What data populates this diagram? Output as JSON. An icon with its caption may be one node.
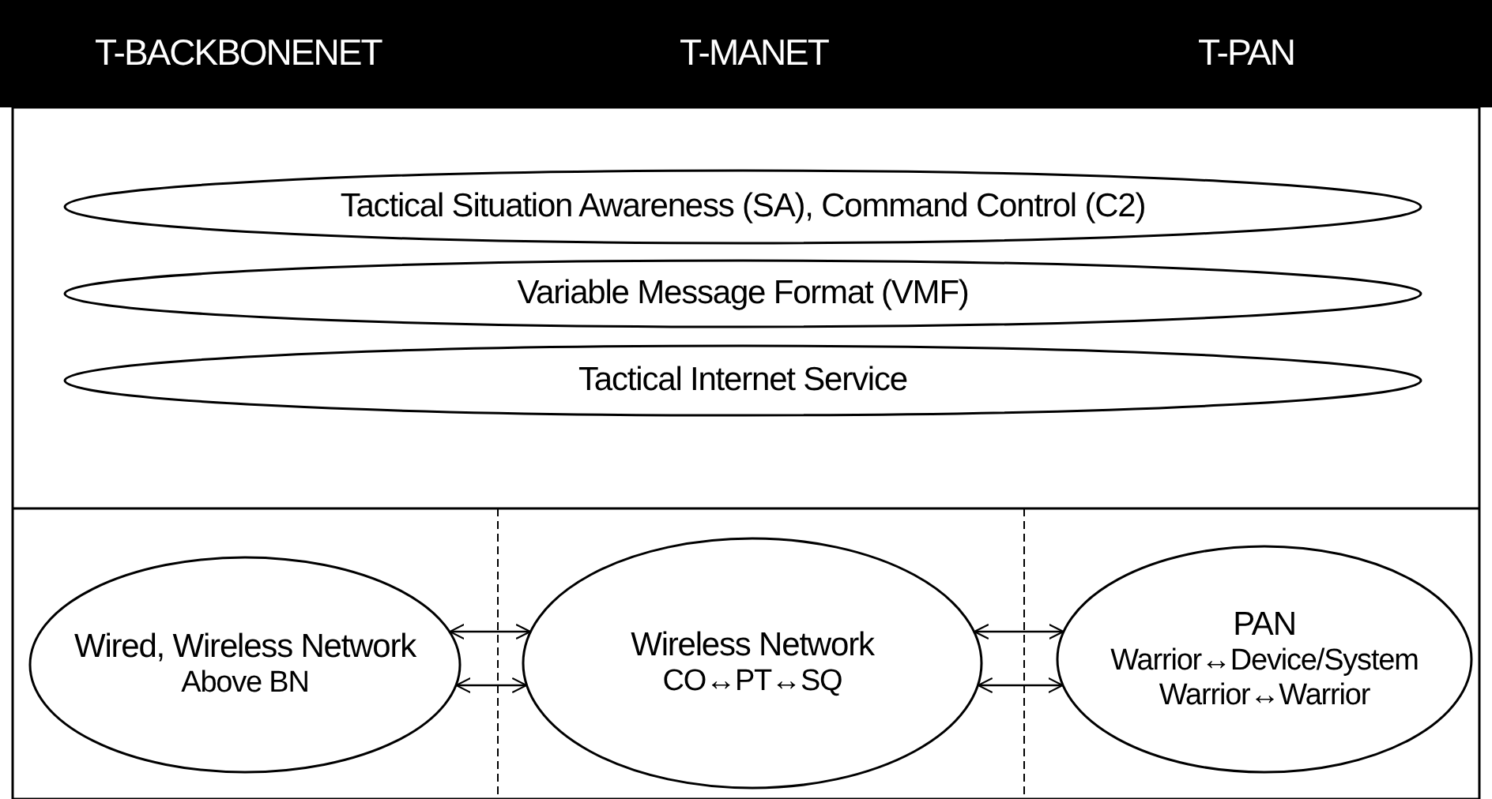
{
  "diagram": {
    "nodes": [
      {
        "text": [
          "Tactical Situation Awareness (SA), Command Control (C2)"
        ]
      },
      {
        "text": [
          "Variable Message Format (VMF)"
        ]
      },
      {
        "text": [
          "Tactical Internet Service"
        ]
      },
      {
        "text": [
          "Wired, Wireless Network",
          "Above BN"
        ]
      },
      {
        "text": [
          "Wireless Network",
          "CO↔PT↔SQ"
        ]
      },
      {
        "text": [
          "PAN",
          "Warrior↔Device/System",
          "Warrior↔Warrior"
        ]
      }
    ],
    "edges": [
      {
        "from": 3,
        "to": 4,
        "arrow": "both"
      },
      {
        "from": 3,
        "to": 4,
        "arrow": "both"
      },
      {
        "from": 4,
        "to": 5,
        "arrow": "both"
      },
      {
        "from": 4,
        "to": 5,
        "arrow": "both"
      }
    ],
    "labels": [
      "T-BACKBONENET",
      "T-MANET",
      "T-PAN"
    ]
  }
}
